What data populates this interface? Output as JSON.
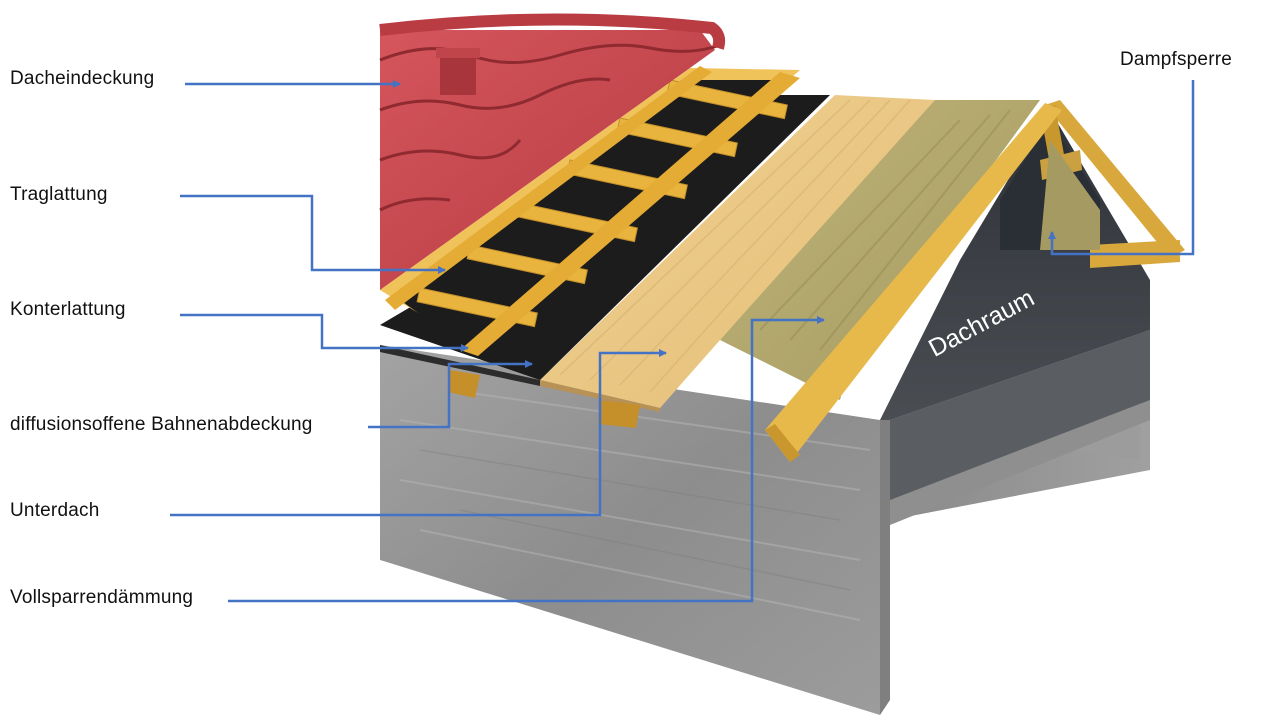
{
  "labels": {
    "dacheindeckung": "Dacheindeckung",
    "traglattung": "Traglattung",
    "konterlattung": "Konterlattung",
    "bahnenabdeckung": "diffusionsoffene Bahnenabdeckung",
    "unterdach": "Unterdach",
    "vollsparrendaemmung": "Vollsparrendämmung",
    "dampfsperre": "Dampfsperre",
    "dachraum": "Dachraum"
  },
  "colors": {
    "leader_line": "#4472c4",
    "tiles": "#c9444a",
    "timber": "#e8bd49",
    "membrane": "#1c1c1c",
    "sheathing": "#ecd39e",
    "insulation": "#b4a86a",
    "masonry": "#9a9a9a"
  }
}
